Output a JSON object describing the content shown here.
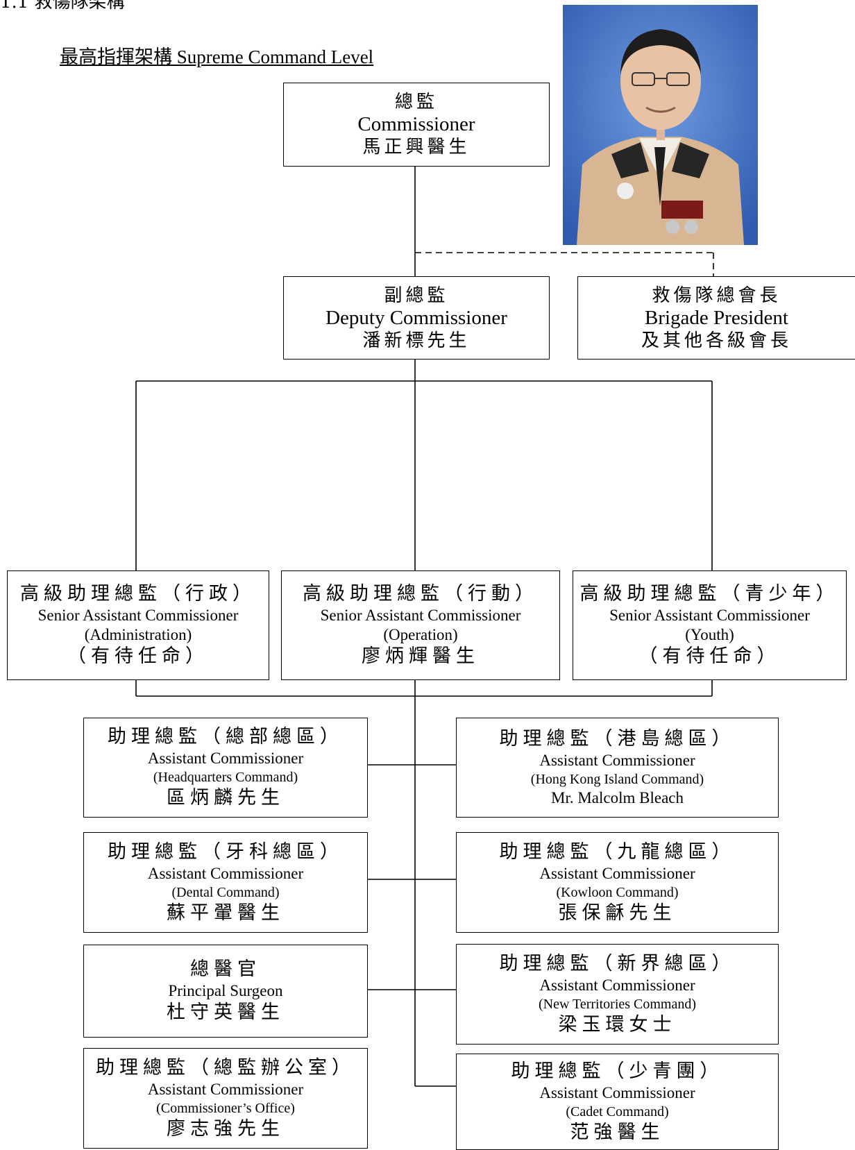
{
  "heading": "1.1    救傷隊架構",
  "subheading": "最高指揮架構 Supreme Command Level",
  "boxes": {
    "commissioner": {
      "zh_title": "總監",
      "en_title": "Commissioner",
      "name": "馬正興醫生"
    },
    "deputy": {
      "zh_title": "副總監",
      "en_title": "Deputy Commissioner",
      "name": "潘新標先生"
    },
    "president": {
      "zh_title": "救傷隊總會長",
      "en_title": "Brigade President",
      "name": "及其他各級會長"
    },
    "sac_admin": {
      "zh_title": "高級助理總監（行政）",
      "en_title": "Senior Assistant Commissioner",
      "en_sub": "(Administration)",
      "name": "（有待任命）"
    },
    "sac_operation": {
      "zh_title": "高級助理總監（行動）",
      "en_title": "Senior Assistant Commissioner",
      "en_sub": "(Operation)",
      "name": "廖炳輝醫生"
    },
    "sac_youth": {
      "zh_title": "高級助理總監（青少年）",
      "en_title": "Senior Assistant Commissioner",
      "en_sub": "(Youth)",
      "name": "（有待任命）"
    },
    "ac_hq": {
      "zh_title": "助理總監（總部總區）",
      "en_title": "Assistant Commissioner",
      "en_sub": "(Headquarters Command)",
      "name": "區炳麟先生"
    },
    "ac_hki": {
      "zh_title": "助理總監（港島總區）",
      "en_title": "Assistant Commissioner",
      "en_sub": "(Hong Kong Island Command)",
      "name": "Mr. Malcolm Bleach"
    },
    "ac_dental": {
      "zh_title": "助理總監（牙科總區）",
      "en_title": "Assistant Commissioner",
      "en_sub": "(Dental Command)",
      "name": "蘇平翬醫生"
    },
    "ac_kowloon": {
      "zh_title": "助理總監（九龍總區）",
      "en_title": "Assistant Commissioner",
      "en_sub": "(Kowloon Command)",
      "name": "張保龢先生"
    },
    "principal_surgeon": {
      "zh_title": "總醫官",
      "en_title": "Principal Surgeon",
      "name": "杜守英醫生"
    },
    "ac_nt": {
      "zh_title": "助理總監（新界總區）",
      "en_title": "Assistant Commissioner",
      "en_sub": "(New Territories Command)",
      "name": "梁玉環女士"
    },
    "ac_office": {
      "zh_title": "助理總監（總監辦公室）",
      "en_title": "Assistant Commissioner",
      "en_sub": "(Commissioner’s Office)",
      "name": "廖志強先生"
    },
    "ac_cadet": {
      "zh_title": "助理總監（少青團）",
      "en_title": "Assistant Commissioner",
      "en_sub": "(Cadet Command)",
      "name": "范強醫生"
    }
  },
  "colors": {
    "line": "#000000",
    "photo_bg": "#3d6fc0",
    "uniform": "#d9b693"
  }
}
